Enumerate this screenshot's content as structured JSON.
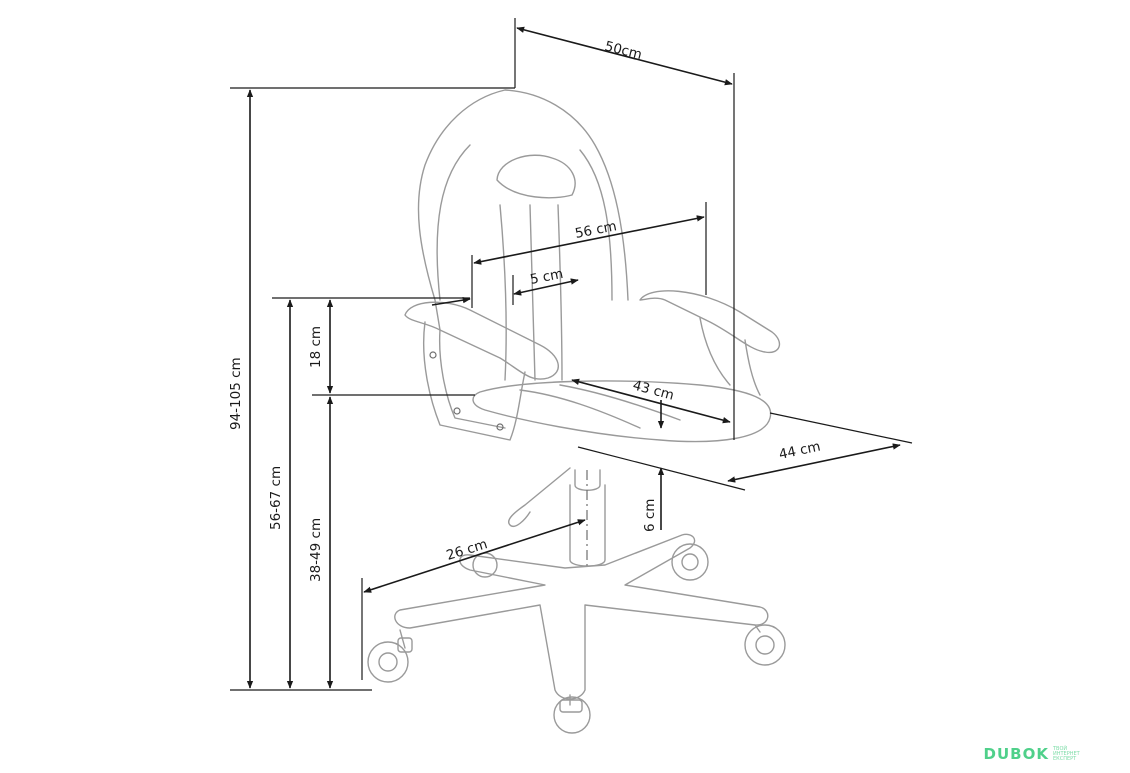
{
  "dimensions": {
    "back_width": "50cm",
    "seat_width": "56 cm",
    "armrest_width": "5 cm",
    "armrest_height": "18 cm",
    "seat_depth": "43 cm",
    "chair_depth": "44 cm",
    "seat_thickness": "6 cm",
    "base_radius": "26 cm",
    "total_height": "94-105 cm",
    "armrest_floor_height": "56-67 cm",
    "seat_height": "38-49 cm"
  },
  "watermark": {
    "name": "DUBOK",
    "tagline": "ТВОЙ ИНТЕРНЕТ ЕКСПЕРТ"
  },
  "colors": {
    "outline": "#9a9a9a",
    "dimension_lines": "#1a1a1a",
    "watermark": "#4fd08a"
  }
}
